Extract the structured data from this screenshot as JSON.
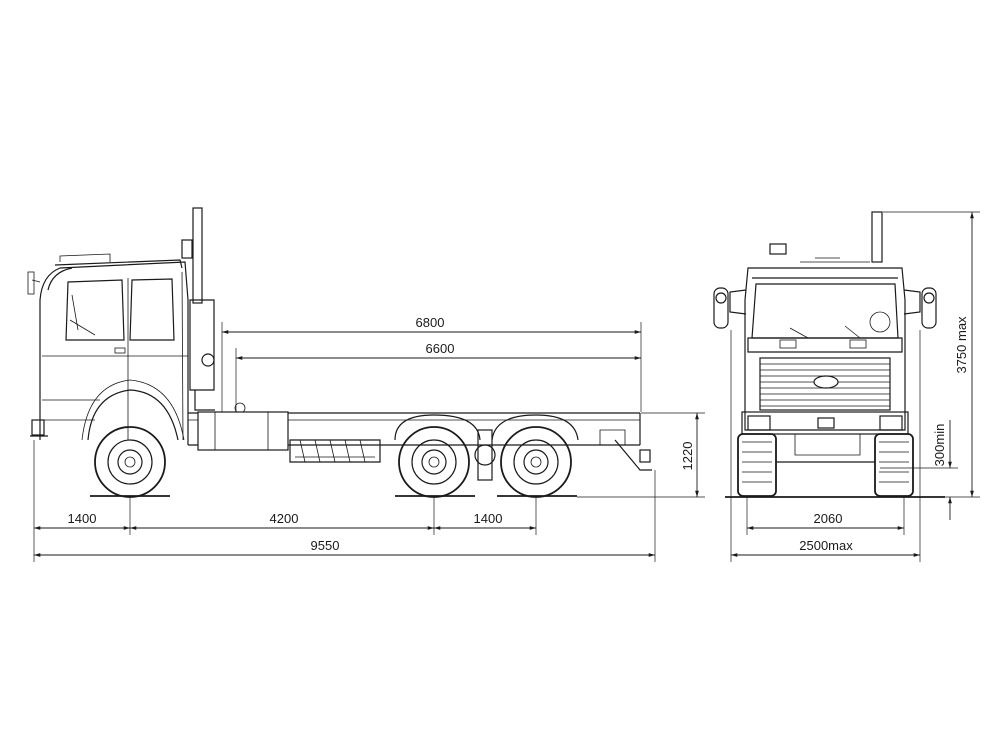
{
  "dimensions": {
    "side": {
      "top_length_a": "6800",
      "top_length_b": "6600",
      "front_overhang": "1400",
      "wheelbase_main": "4200",
      "rear_axle_spacing": "1400",
      "overall_length": "9550",
      "frame_height": "1220"
    },
    "front": {
      "track_width": "2060",
      "overall_width": "2500max",
      "overall_height": "3750 max",
      "ground_clearance": "300min"
    }
  }
}
